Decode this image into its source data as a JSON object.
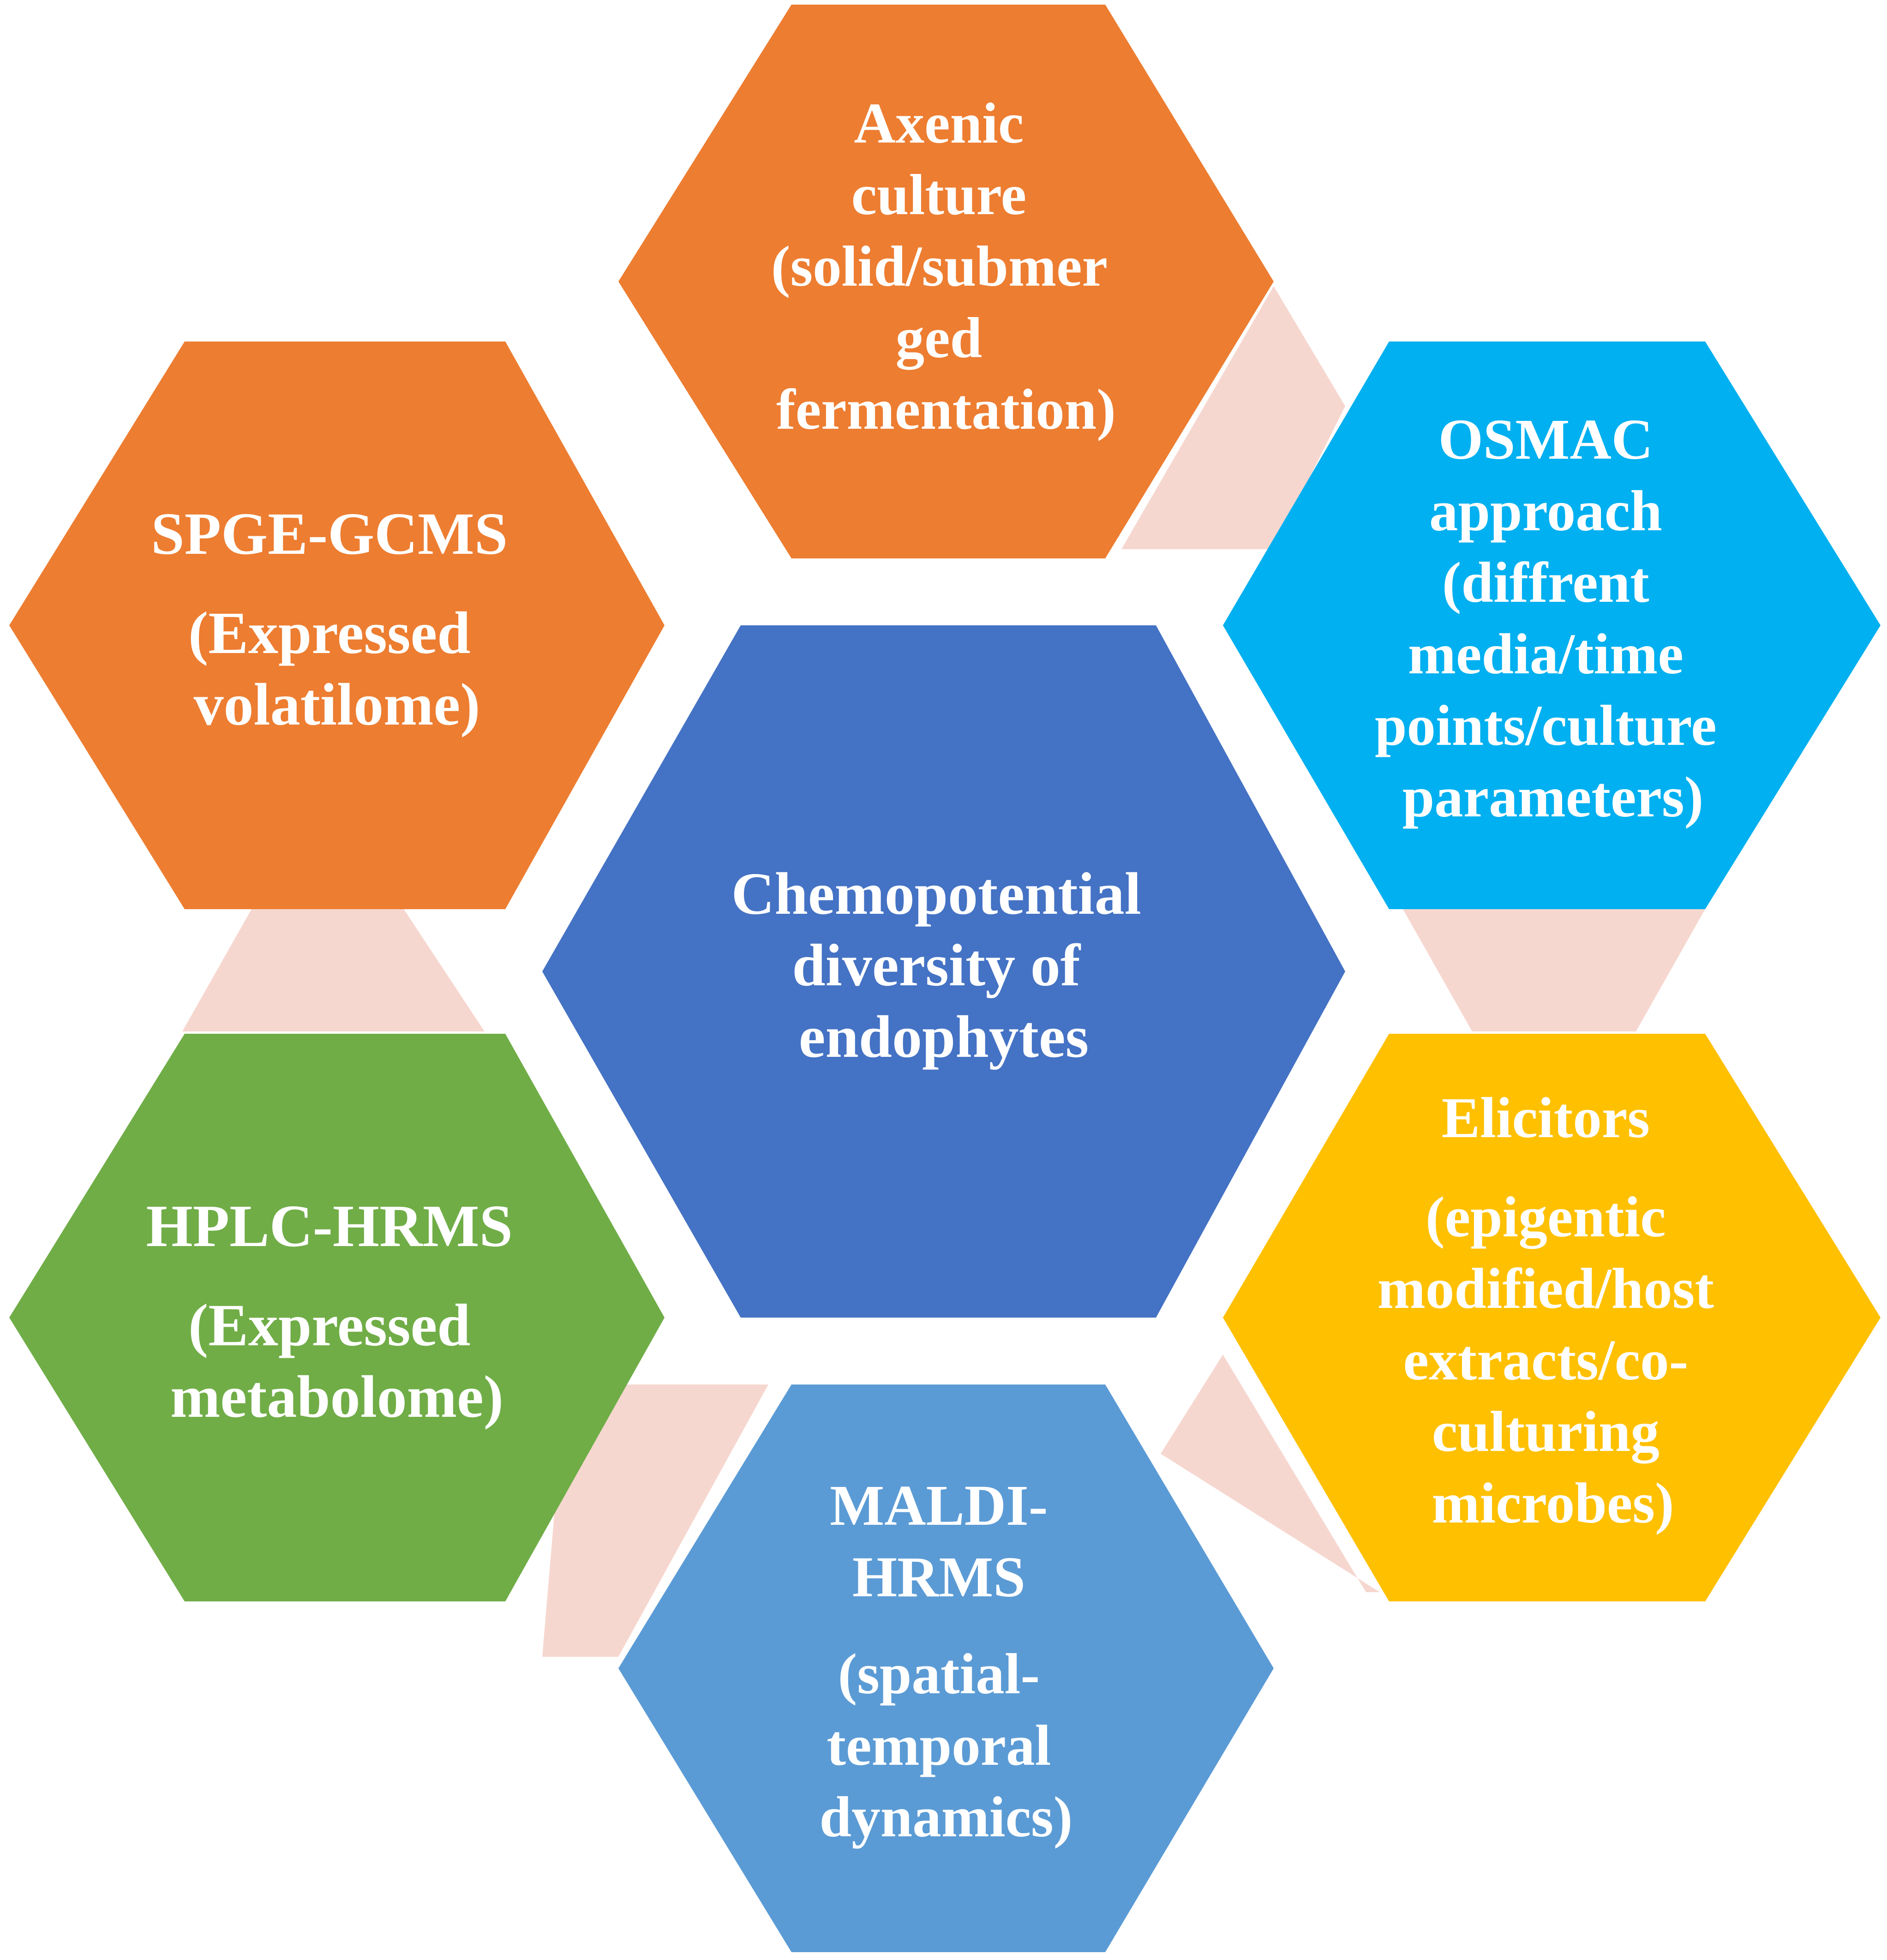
{
  "colors": {
    "background": "#ffffff",
    "connector": "#f6d7cf",
    "center": "#4472c4",
    "orange": "#ed7d31",
    "cyan": "#00b0f0",
    "yellow": "#ffc000",
    "light_blue": "#5b9bd5",
    "green": "#70ad47",
    "text": "#ffffff"
  },
  "hexagons": {
    "center": {
      "lines": [
        "Chemopotential",
        "diversity of",
        "endophytes"
      ],
      "color": "#4472c4"
    },
    "top": {
      "lines": [
        "Axenic",
        "culture",
        "(solid/submer",
        "ged",
        "fermentation)"
      ],
      "color": "#ed7d31"
    },
    "upper_right": {
      "lines": [
        "OSMAC",
        "approach",
        "(diffrent",
        "media/time",
        "points/culture",
        "parameters)"
      ],
      "color": "#00b0f0"
    },
    "lower_right": {
      "lines": [
        "Elicitors",
        "",
        "(epigentic",
        "modified/host",
        "extracts/co-",
        "culturing",
        "microbes)"
      ],
      "color": "#ffc000"
    },
    "bottom": {
      "lines": [
        "MALDI-",
        "HRMS",
        "",
        "(spatial-",
        "temporal",
        "dynamics)"
      ],
      "color": "#5b9bd5"
    },
    "lower_left": {
      "lines": [
        "HPLC-HRMS",
        "",
        "(Expressed",
        "metabolome)"
      ],
      "color": "#70ad47"
    },
    "upper_left": {
      "lines": [
        "SPGE-GCMS",
        "",
        "(Expressed",
        "volatilome)"
      ],
      "color": "#ed7d31"
    }
  }
}
